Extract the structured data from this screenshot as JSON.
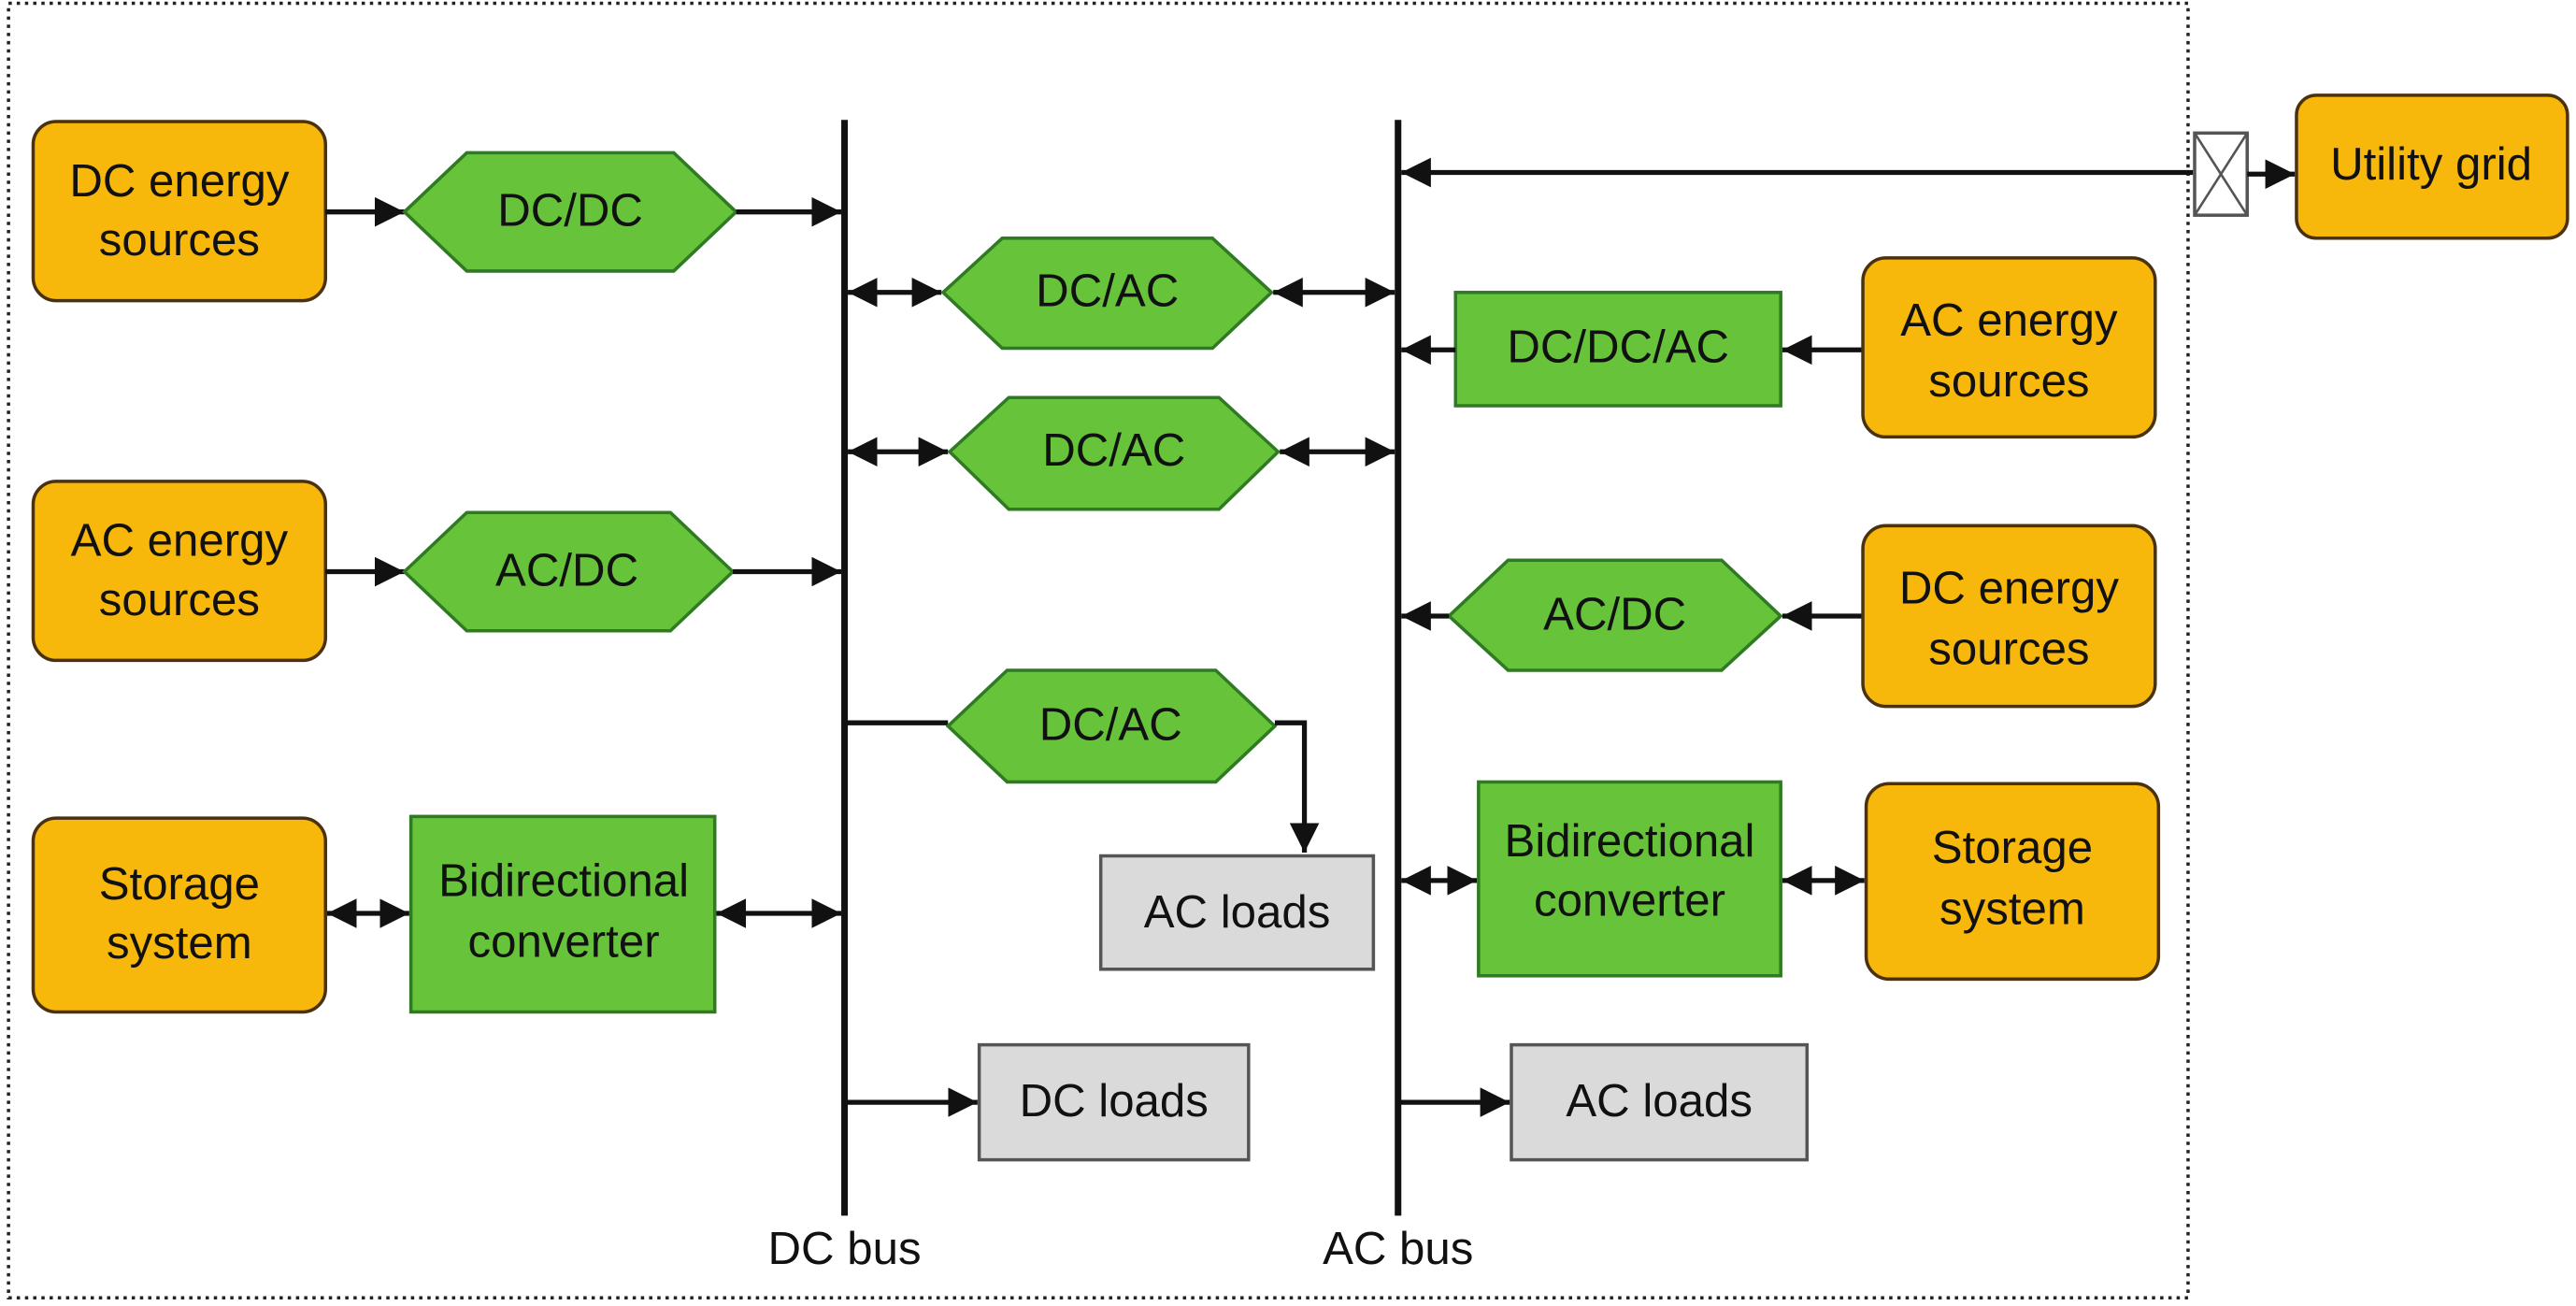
{
  "colors": {
    "source": "#f7b70b",
    "converter": "#66c33a",
    "load": "#dadada"
  },
  "buses": {
    "dc": "DC bus",
    "ac": "AC bus"
  },
  "left": {
    "dc_sources": [
      "DC energy",
      "sources"
    ],
    "dc_dc": "DC/DC",
    "ac_sources": [
      "AC energy",
      "sources"
    ],
    "ac_dc": "AC/DC",
    "storage": [
      "Storage",
      "system"
    ],
    "bidir": [
      "Bidirectional",
      "converter"
    ]
  },
  "middle": {
    "dc_ac_1": "DC/AC",
    "dc_ac_2": "DC/AC",
    "dc_ac_3": "DC/AC",
    "ac_loads": "AC loads",
    "dc_loads": "DC loads"
  },
  "right": {
    "utility_grid": "Utility grid",
    "dc_dc_ac": "DC/DC/AC",
    "ac_sources": [
      "AC energy",
      "sources"
    ],
    "ac_dc": "AC/DC",
    "dc_sources": [
      "DC energy",
      "sources"
    ],
    "bidir": [
      "Bidirectional",
      "converter"
    ],
    "storage": [
      "Storage",
      "system"
    ],
    "ac_loads": "AC loads"
  }
}
